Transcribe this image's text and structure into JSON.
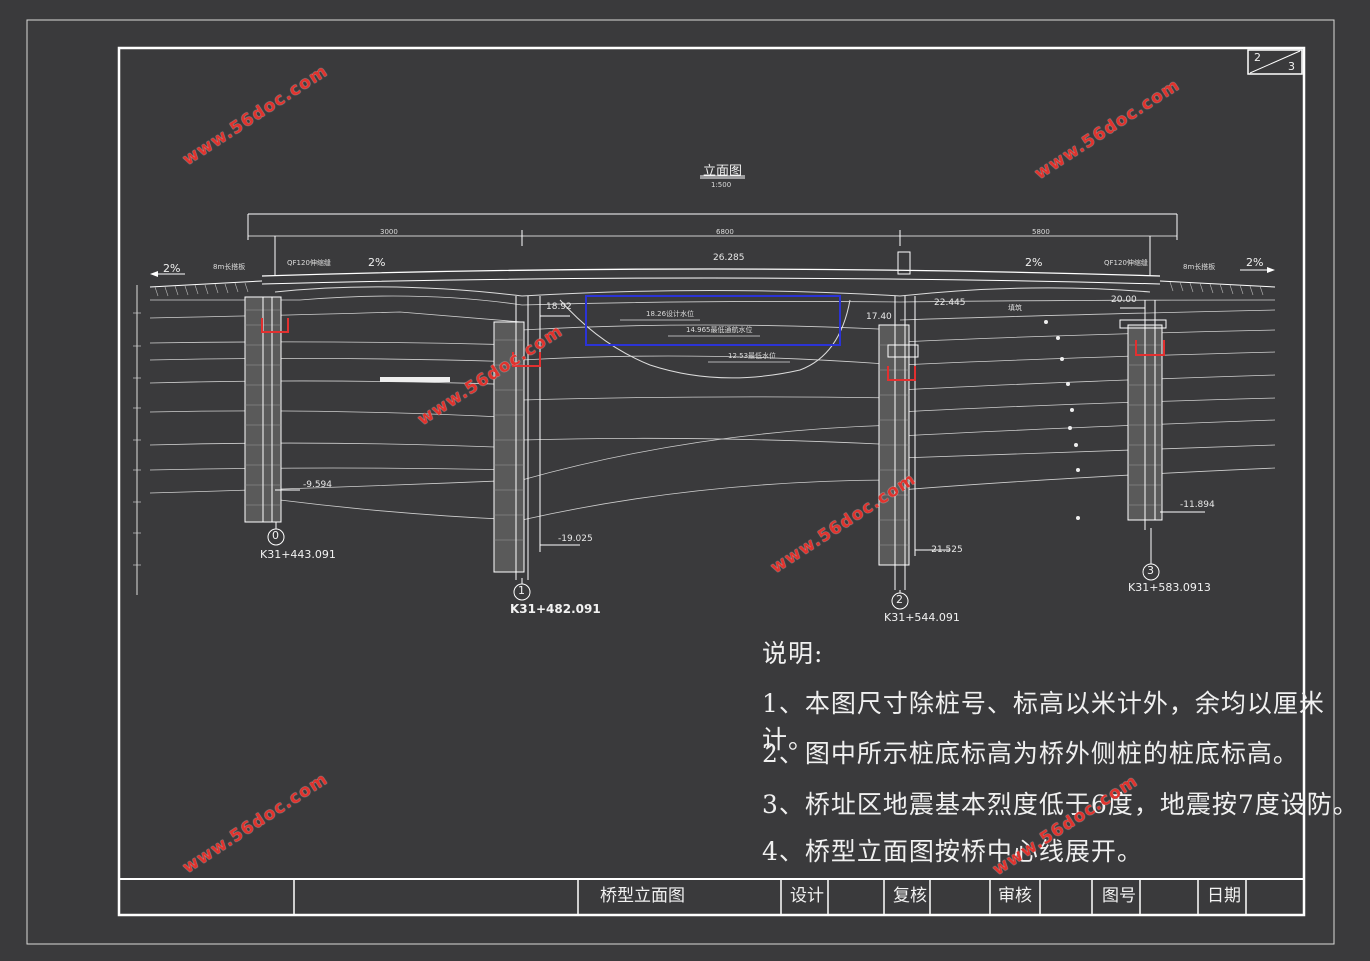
{
  "sheet": {
    "page_no": "2",
    "page_total": "3"
  },
  "drawing": {
    "title": "立面图",
    "scale": "1:500",
    "spans": [
      "3000",
      "6800",
      "5800"
    ],
    "slopes": [
      "2%",
      "2%",
      "2%",
      "2%"
    ],
    "deck_elevation": "26.285",
    "left_label": "8m长搭板",
    "left_joint": "QF120伸缩缝",
    "right_joint": "QF120伸缩缝",
    "right_label": "8m长搭板",
    "pier1_top": "18.92",
    "pier2_top": "17.40",
    "pier2_cap": "22.445",
    "abut3_top": "20.00",
    "water_design": "18.26设计水位",
    "water_low": "14.965最低通航水位",
    "water_bed": "12.53最低水位",
    "bottom_0": "-9.594",
    "bottom_1": "-19.025",
    "bottom_2": "-21.525",
    "bottom_3": "-11.894",
    "station_0": "K31+443.091",
    "station_1": "K31+482.091",
    "station_2": "K31+544.091",
    "station_3": "K31+583.0913",
    "pier_0": "0",
    "pier_1": "1",
    "pier_2": "2",
    "pier_3": "3",
    "right_top_label": "填筑"
  },
  "notes": {
    "heading": "说明:",
    "line1": "1、本图尺寸除桩号、标高以米计外，余均以厘米计。",
    "line2": "2、图中所示桩底标高为桥外侧桩的桩底标高。",
    "line3": "3、桥址区地震基本烈度低于6度，地震按7度设防。",
    "line4": "4、桥型立面图按桥中心线展开。"
  },
  "title_block": {
    "name": "桥型立面图",
    "design": "设计",
    "review": "复核",
    "audit": "审核",
    "drawing_no": "图号",
    "date": "日期"
  },
  "watermark": "www.56doc.com"
}
